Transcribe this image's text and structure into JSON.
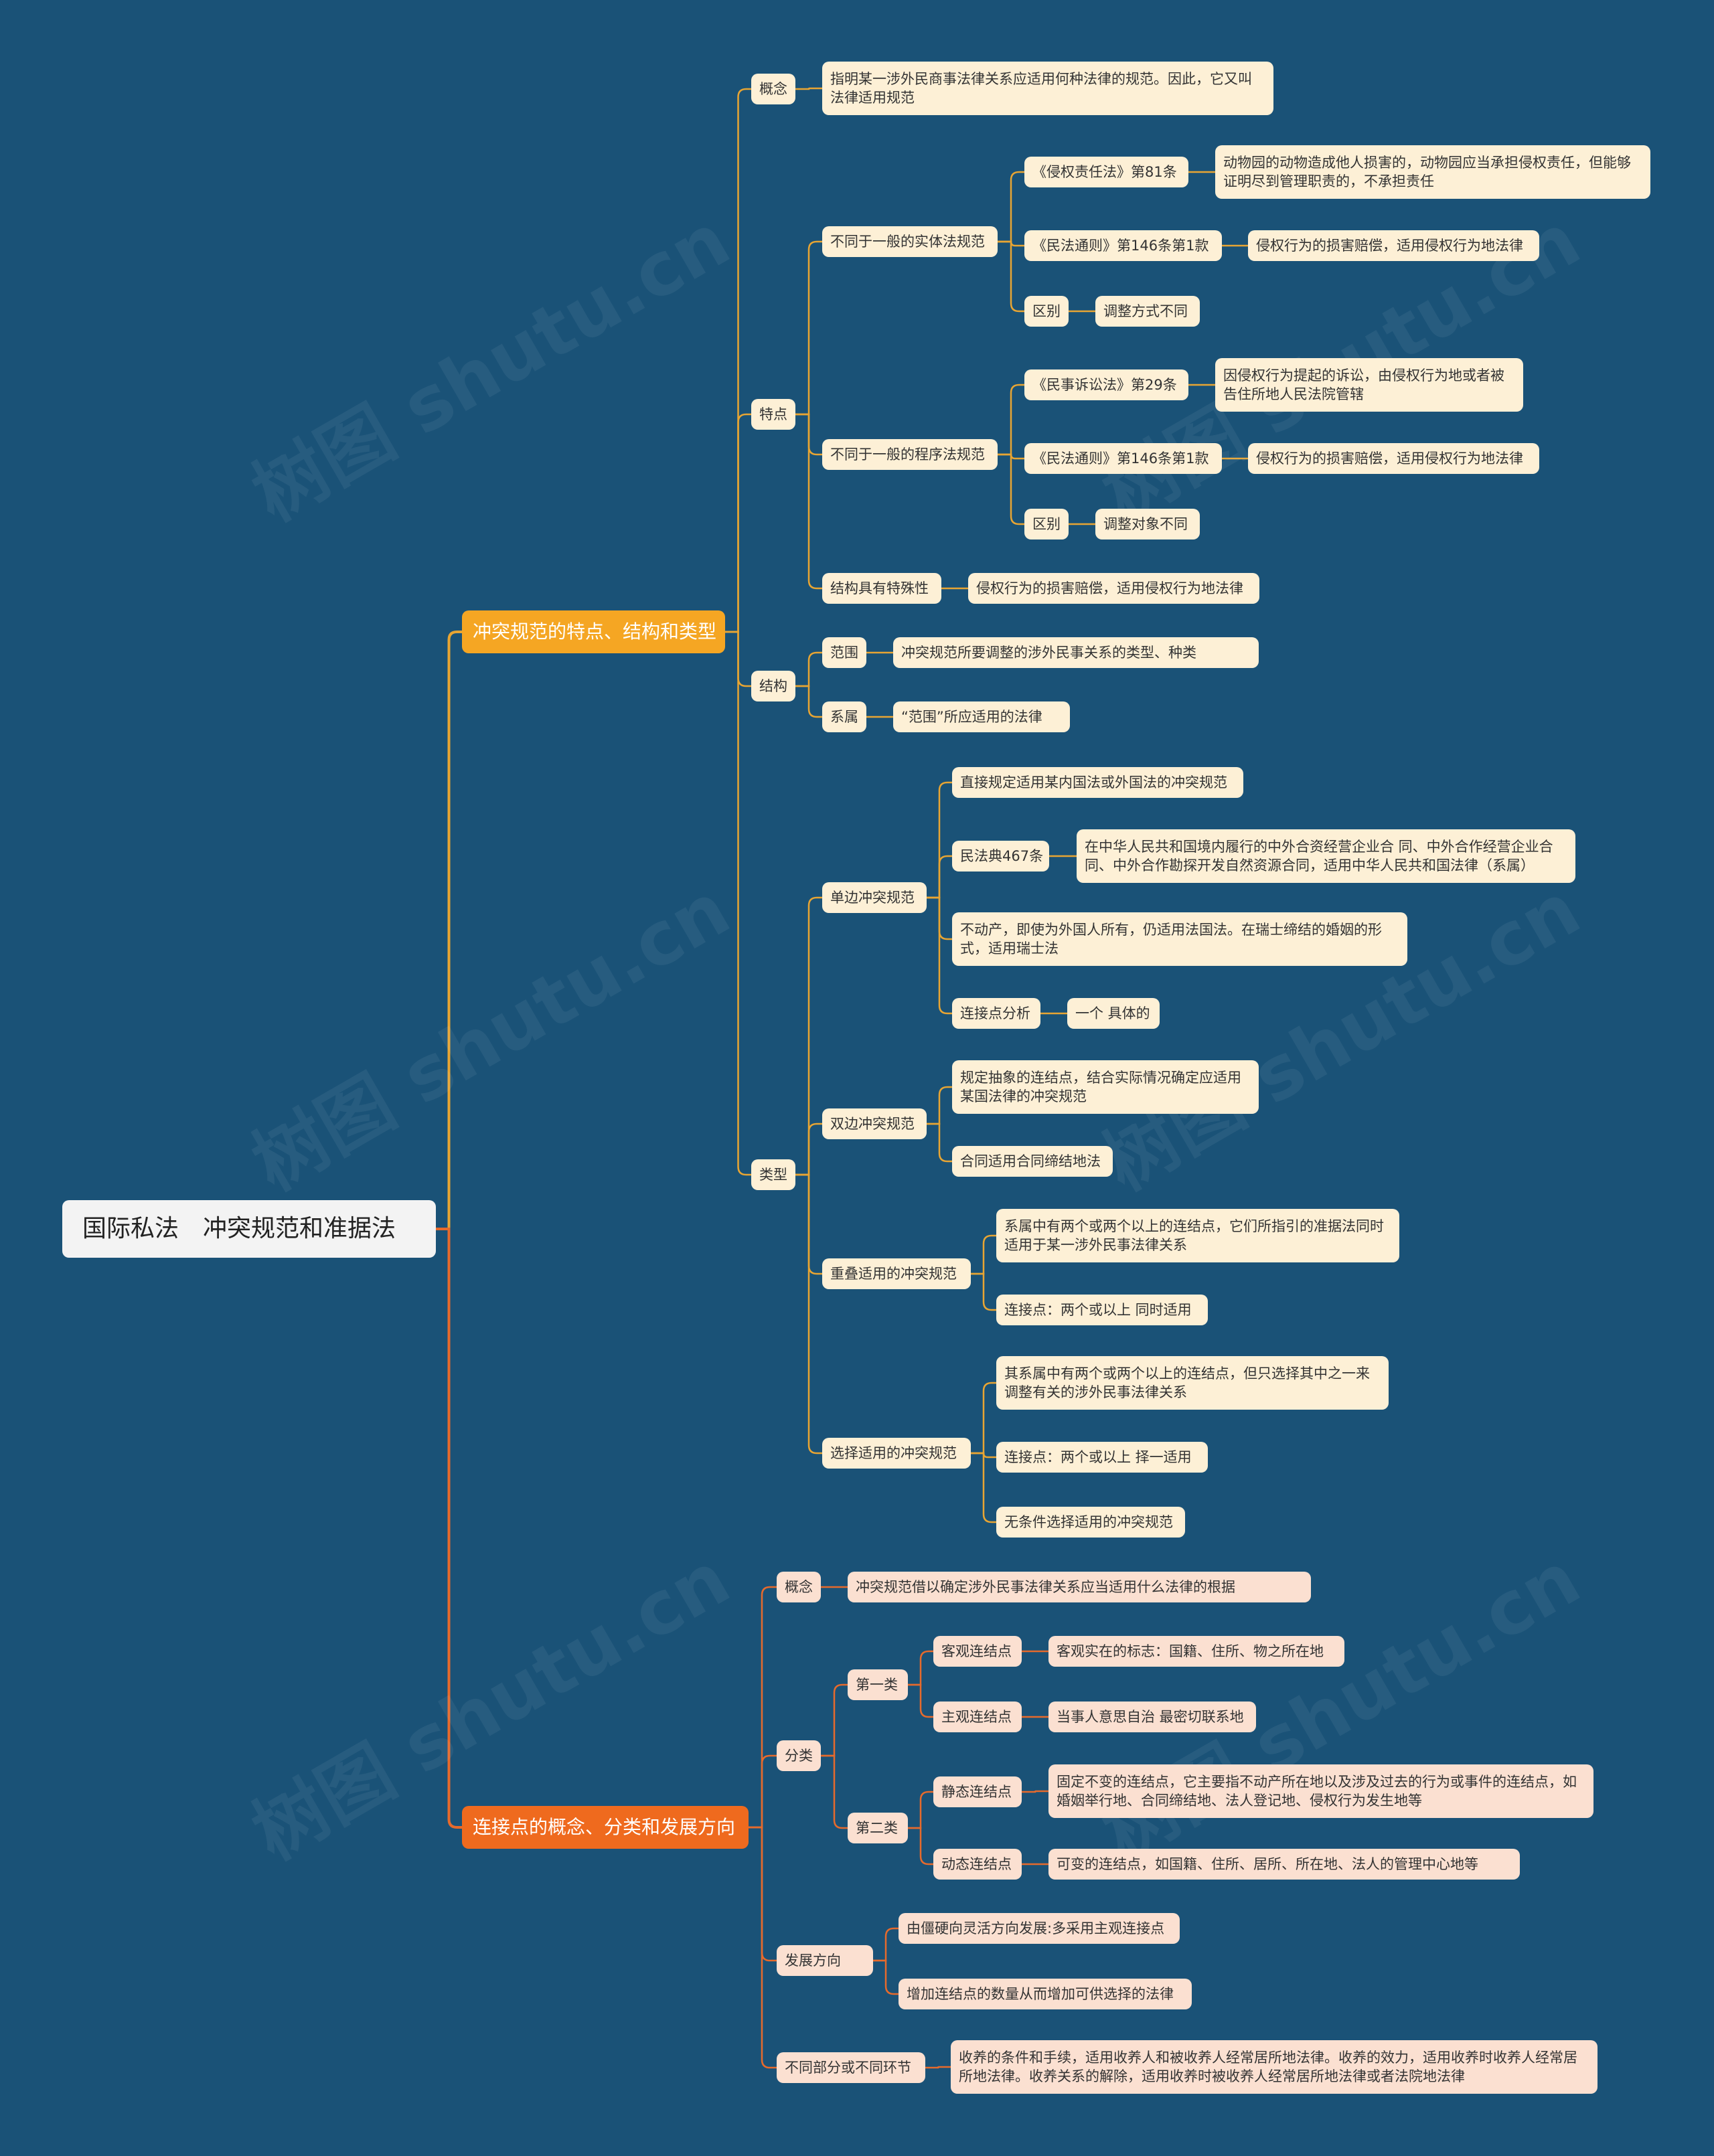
{
  "root": "国际私法　冲突规范和准据法",
  "watermark": "树图 shutu.cn",
  "colors": {
    "background": "#1a5277",
    "branch1": "#f5a623",
    "branch2": "#ef6a1e",
    "line1": "#e8a533",
    "line2": "#e66a2c"
  },
  "b1": {
    "label": "冲突规范的特点、结构和类型",
    "concept": {
      "label": "概念",
      "text": "指明某一涉外民商事法律关系应适用何种法律的规范。因此，它又叫法律适用规范"
    },
    "features": {
      "label": "特点",
      "substantive": {
        "label": "不同于一般的实体法规范",
        "tort": {
          "label": "《侵权责任法》第81条",
          "text": "动物园的动物造成他人损害的，动物园应当承担侵权责任，但能够证明尽到管理职责的，不承担责任"
        },
        "civil": {
          "label": "《民法通则》第146条第1款",
          "text": "侵权行为的损害赔偿，适用侵权行为地法律"
        },
        "diff": {
          "label": "区别",
          "text": "调整方式不同"
        }
      },
      "procedural": {
        "label": "不同于一般的程序法规范",
        "lawsuit": {
          "label": "《民事诉讼法》第29条",
          "text": "因侵权行为提起的诉讼，由侵权行为地或者被告住所地人民法院管辖"
        },
        "civil": {
          "label": "《民法通则》第146条第1款",
          "text": "侵权行为的损害赔偿，适用侵权行为地法律"
        },
        "diff": {
          "label": "区别",
          "text": "调整对象不同"
        }
      },
      "special": {
        "label": "结构具有特殊性",
        "text": "侵权行为的损害赔偿，适用侵权行为地法律"
      }
    },
    "structure": {
      "label": "结构",
      "scope": {
        "label": "范围",
        "text": "冲突规范所要调整的涉外民事关系的类型、种类"
      },
      "link": {
        "label": "系属",
        "text": "“范围”所应适用的法律"
      }
    },
    "types": {
      "label": "类型",
      "unilateral": {
        "label": "单边冲突规范",
        "direct": "直接规定适用某内国法或外国法的冲突规范",
        "code": {
          "label": "民法典467条",
          "text": "在中华人民共和国境内履行的中外合资经营企业合 同、中外合作经营企业合同、中外合作勘探开发自然资源合同，适用中华人民共和国法律（系属）"
        },
        "realty": "不动产，即使为外国人所有，仍适用法国法。在瑞士缔结的婚姻的形式，适用瑞士法",
        "analysis": {
          "label": "连接点分析",
          "text": "一个 具体的"
        }
      },
      "bilateral": {
        "label": "双边冲突规范",
        "abstract": "规定抽象的连结点，结合实际情况确定应适用某国法律的冲突规范",
        "contract": "合同适用合同缔结地法"
      },
      "cumulative": {
        "label": "重叠适用的冲突规范",
        "desc": "系属中有两个或两个以上的连结点，它们所指引的准据法同时适用于某一涉外民事法律关系",
        "points": "连接点：两个或以上 同时适用"
      },
      "alternative": {
        "label": "选择适用的冲突规范",
        "desc": "其系属中有两个或两个以上的连结点，但只选择其中之一来调整有关的涉外民事法律关系",
        "points": "连接点：两个或以上 择一适用",
        "unconditional": "无条件选择适用的冲突规范"
      }
    }
  },
  "b2": {
    "label": "连接点的概念、分类和发展方向",
    "concept": {
      "label": "概念",
      "text": "冲突规范借以确定涉外民事法律关系应当适用什么法律的根据"
    },
    "classification": {
      "label": "分类",
      "first": {
        "label": "第一类",
        "objective": {
          "label": "客观连结点",
          "text": "客观实在的标志：国籍、住所、物之所在地"
        },
        "subjective": {
          "label": "主观连结点",
          "text": "当事人意思自治 最密切联系地"
        }
      },
      "second": {
        "label": "第二类",
        "static": {
          "label": "静态连结点",
          "text": "固定不变的连结点，它主要指不动产所在地以及涉及过去的行为或事件的连结点，如婚姻举行地、合同缔结地、法人登记地、侵权行为发生地等"
        },
        "dynamic": {
          "label": "动态连结点",
          "text": "可变的连结点，如国籍、住所、居所、所在地、法人的管理中心地等"
        }
      }
    },
    "direction": {
      "label": "发展方向",
      "flexible": "由僵硬向灵活方向发展:多采用主观连接点",
      "increase": "增加连结点的数量从而增加可供选择的法律"
    },
    "parts": {
      "label": "不同部分或不同环节",
      "text": "收养的条件和手续，适用收养人和被收养人经常居所地法律。收养的效力，适用收养时收养人经常居所地法律。收养关系的解除，适用收养时被收养人经常居所地法律或者法院地法律"
    }
  }
}
